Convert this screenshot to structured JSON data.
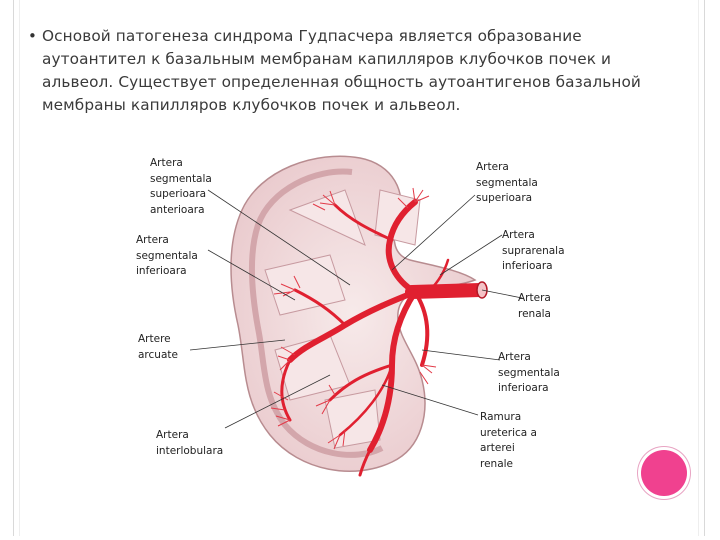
{
  "slide": {
    "bullet_text": "Основой патогенеза синдрома Гудпасчера является образование аутоантител к базальным мембранам капилляров клубочков почек и альвеол. Существует определенная общность аутоантигенов базальной мембраны капилляров клубочков почек и альвеол."
  },
  "figure": {
    "labels": {
      "seg_sup_ant": "Artera\nsegmentala\nsuperioara\nanterioara",
      "seg_inf_left": "Artera\nsegmentala\ninferioara",
      "arcuate": "Artere\narcuate",
      "interlobular": "Artera\ninterlobulara",
      "seg_sup": "Artera\nsegmentala\nsuperioara",
      "suprarenal": "Artera\nsuprarenala\ninferioara",
      "renal": "Artera\nrenala",
      "seg_inf_right": "Artera\nsegmentala\ninferioara",
      "ureteric": "Ramura\nureterica a\narterei\nrenale"
    }
  },
  "colors": {
    "accent": "#f0418f",
    "artery": "#e02030",
    "kidney_tissue": "#f3dede"
  }
}
